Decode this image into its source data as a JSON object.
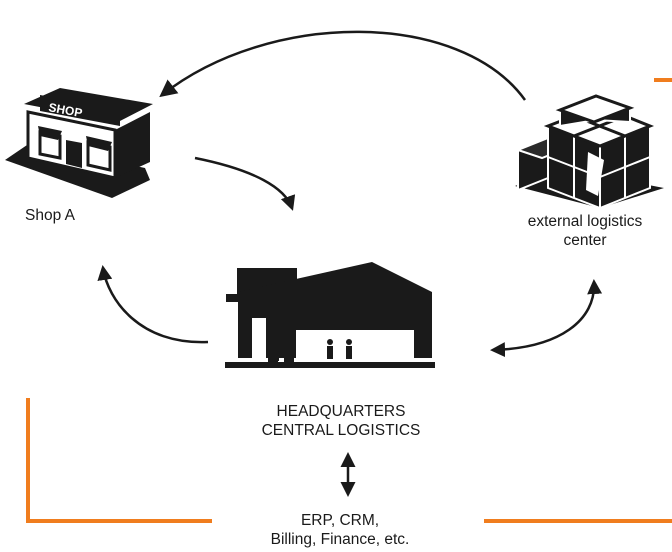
{
  "nodes": {
    "shop": {
      "label": "Shop A",
      "sign": "SHOP"
    },
    "external_logistics": {
      "label_line1": "external logistics",
      "label_line2": "center"
    },
    "headquarters": {
      "label_line1": "HEADQUARTERS",
      "label_line2": "CENTRAL LOGISTICS"
    },
    "erp": {
      "label_line1": "ERP, CRM,",
      "label_line2": "Billing, Finance, etc."
    }
  },
  "colors": {
    "accent": "#f07d1e",
    "icon": "#1a1a1a",
    "text": "#1a1a1a",
    "background": "#ffffff"
  },
  "icons": {
    "shop": "shop-building-icon",
    "external_logistics": "stacked-boxes-icon",
    "headquarters": "headquarters-building-icon"
  }
}
